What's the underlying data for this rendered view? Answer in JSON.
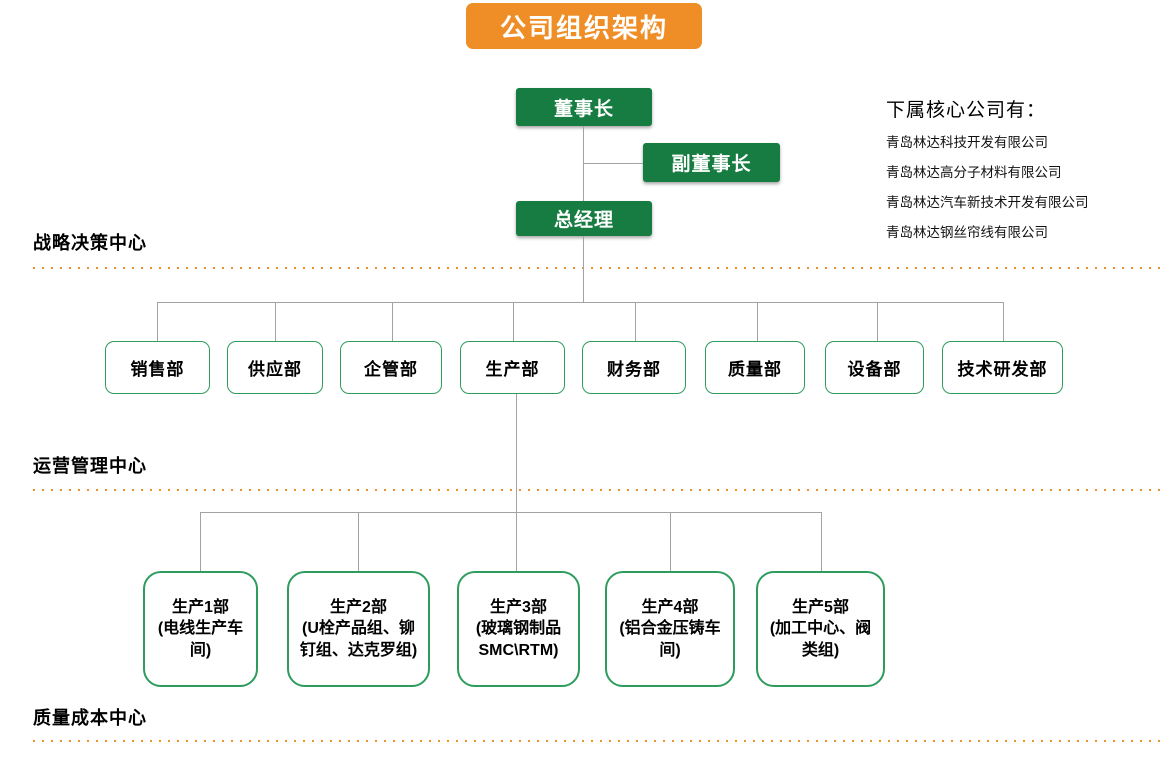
{
  "title": "公司组织架构",
  "executives": {
    "chairman": "董事长",
    "vice_chairman": "副董事长",
    "general_manager": "总经理"
  },
  "subsidiaries": {
    "header": "下属核心公司有：",
    "items": [
      "青岛林达科技开发有限公司",
      "青岛林达高分子材料有限公司",
      "青岛林达汽车新技术开发有限公司",
      "青岛林达钢丝帘线有限公司"
    ]
  },
  "sections": [
    {
      "label": "战略决策中心"
    },
    {
      "label": "运营管理中心"
    },
    {
      "label": "质量成本中心"
    }
  ],
  "departments": [
    "销售部",
    "供应部",
    "企管部",
    "生产部",
    "财务部",
    "质量部",
    "设备部",
    "技术研发部"
  ],
  "production_units": [
    {
      "title": "生产1部",
      "detail": "(电线生产车间)"
    },
    {
      "title": "生产2部",
      "detail": "(U栓产品组、铆钉组、达克罗组)"
    },
    {
      "title": "生产3部",
      "detail": "(玻璃钢制品SMC\\RTM)"
    },
    {
      "title": "生产4部",
      "detail": "(铝合金压铸车间)"
    },
    {
      "title": "生产5部",
      "detail": "(加工中心、阀类组)"
    }
  ],
  "colors": {
    "exec_green": "#177C41",
    "box_border_green": "#2E9C5C",
    "banner_orange": "#EF8E26",
    "dotted_orange": "#F0922B",
    "connector_gray": "#A3A3A3"
  }
}
